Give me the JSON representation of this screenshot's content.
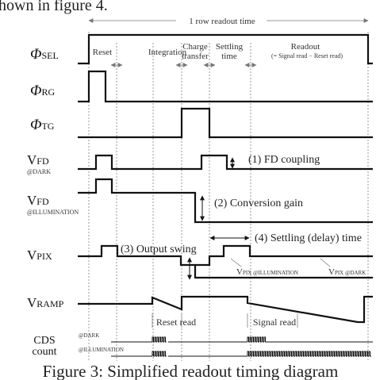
{
  "header_fragment": "hown in figure 4.",
  "row_readout_time": "1 row readout time",
  "phases": {
    "reset": "Reset",
    "integration": "Integration",
    "charge_1": "Charge",
    "charge_2": "transfer",
    "settling_1": "Settling",
    "settling_2": "time",
    "readout": "Readout",
    "readout_note": "(= Signal read − Reset read)"
  },
  "signals": {
    "sel": "SEL",
    "rg": "RG",
    "tg": "TG",
    "phi": "Φ",
    "v": "V",
    "fd": "FD",
    "at_dark": "@DARK",
    "at_illumination": "@ILLUMINATION",
    "pix": "PIX",
    "ramp": "RAMP",
    "cds_1": "CDS",
    "cds_2": "count"
  },
  "annotations": {
    "fd_coupling": "(1) FD coupling",
    "conversion_gain": "(2) Conversion gain",
    "output_swing": "(3) Output swing",
    "settling_delay": "(4) Settling (delay) time",
    "vpix_illumination": "V",
    "vpix_illumination_sub": "PIX @ILLUMINATION",
    "vpix_dark": "V",
    "vpix_dark_sub": "PIX @DARK",
    "reset_read": "Reset read",
    "signal_read": "Signal read",
    "cds_dark": "@DARK",
    "cds_illumination": "@ILLUMINATION"
  },
  "caption": "Figure 3: Simplified readout timing diagram"
}
